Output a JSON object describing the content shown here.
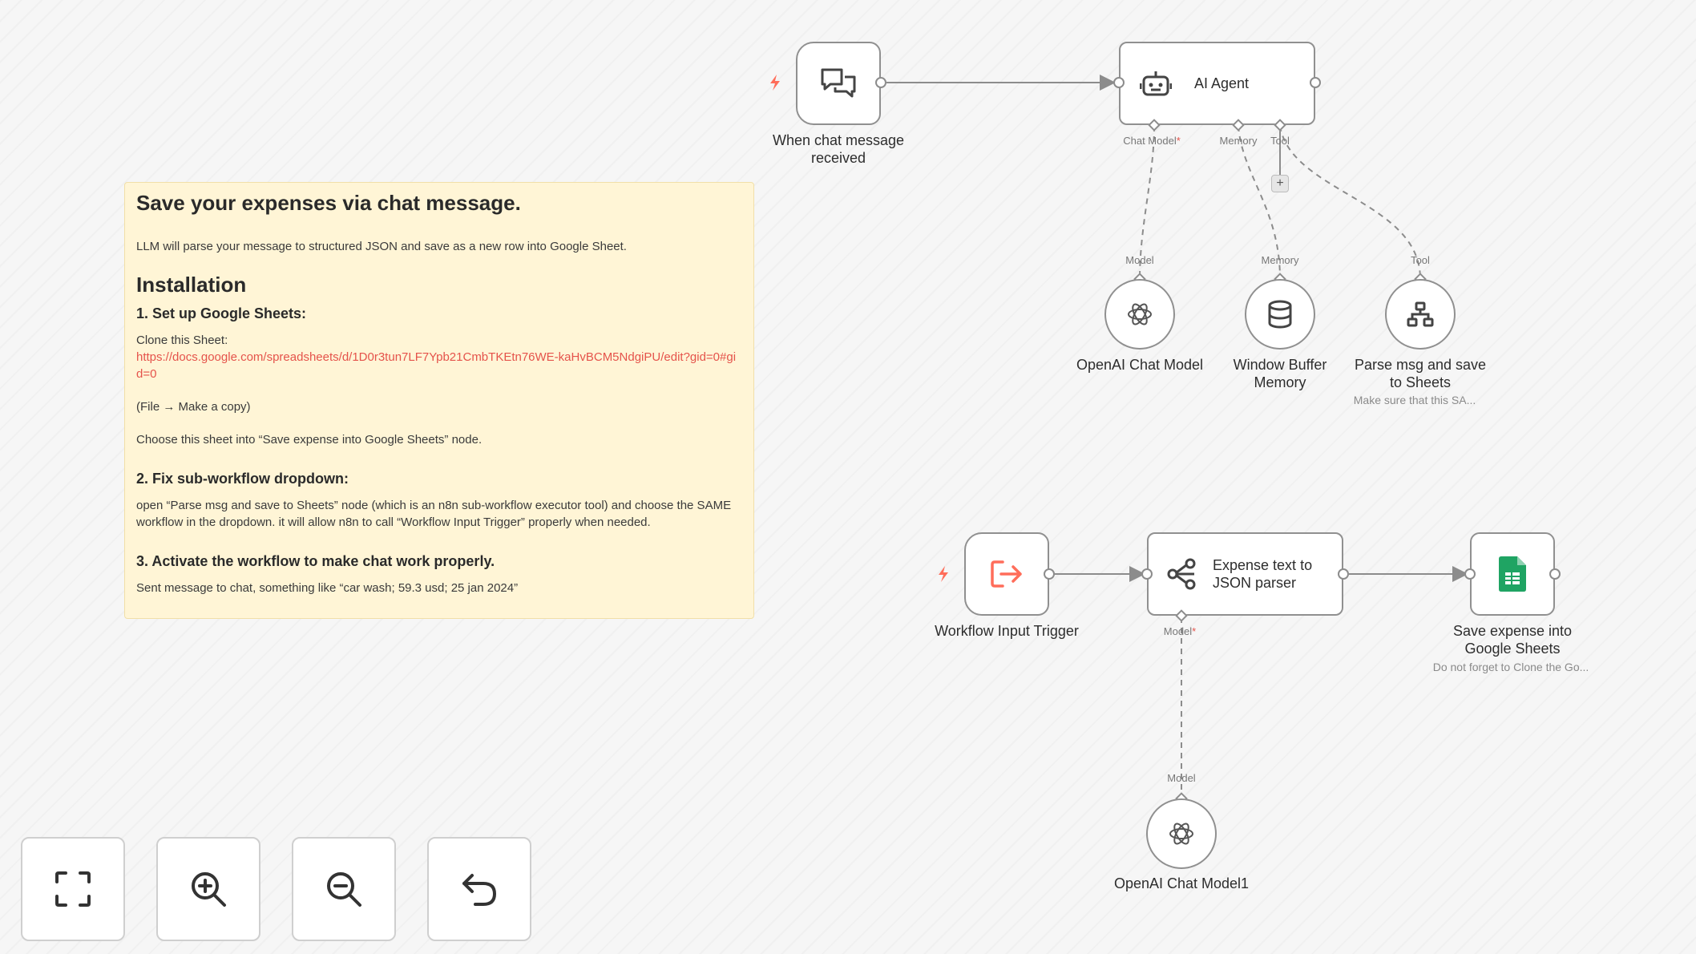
{
  "sticky": {
    "title": "Save your expenses via chat message.",
    "intro": "LLM will parse your message to structured JSON and save as a new row into Google Sheet.",
    "installation_heading": "Installation",
    "step1_heading": "1. Set up Google Sheets:",
    "clone_text": "Clone this Sheet:",
    "sheet_link": "https://docs.google.com/spreadsheets/d/1D0r3tun7LF7Ypb21CmbTKEtn76WE-kaHvBCM5NdgiPU/edit?gid=0#gid=0",
    "make_copy": "(File → Make a copy)",
    "choose_sheet": "Choose this sheet into “Save expense into Google Sheets” node.",
    "step2_heading": "2. Fix sub-workflow dropdown:",
    "step2_text": "open “Parse msg and save to Sheets” node (which is an n8n sub-workflow executor tool) and choose the SAME workflow in the dropdown. it will allow n8n to call “Workflow Input Trigger” properly when needed.",
    "step3_heading": "3. Activate the workflow to make chat work properly.",
    "step3_text": "Sent message to chat, something like “car wash; 59.3 usd; 25 jan 2024”"
  },
  "nodes": {
    "chat_trigger": {
      "title_line1": "When chat message",
      "title_line2": "received",
      "icon": "chat-icon"
    },
    "ai_agent": {
      "title": "AI Agent",
      "icon": "robot-icon"
    },
    "openai_model": {
      "title": "OpenAI Chat Model",
      "icon": "openai-icon"
    },
    "buffer_memory": {
      "title_line1": "Window Buffer",
      "title_line2": "Memory",
      "icon": "database-icon"
    },
    "parse_tool": {
      "title_line1": "Parse msg and save",
      "title_line2": "to Sheets",
      "subtitle": "Make sure that this SA...",
      "icon": "sitemap-icon"
    },
    "input_trigger": {
      "title": "Workflow Input Trigger",
      "icon": "sign-out-icon"
    },
    "json_parser": {
      "title_line1": "Expense text to",
      "title_line2": "JSON parser",
      "icon": "share-nodes-icon"
    },
    "sheets": {
      "title_line1": "Save expense into",
      "title_line2": "Google Sheets",
      "subtitle": "Do not forget to Clone the Go...",
      "icon": "google-sheets-icon"
    },
    "openai_model1": {
      "title": "OpenAI Chat Model1",
      "icon": "openai-icon"
    }
  },
  "ports": {
    "chat_model": "Chat Model",
    "memory": "Memory",
    "tool": "Tool",
    "model": "Model",
    "required_mark": "*",
    "plus": "+"
  },
  "controls": [
    {
      "name": "fit-view",
      "icon": "fullscreen-icon"
    },
    {
      "name": "zoom-in",
      "icon": "zoom-in-icon"
    },
    {
      "name": "zoom-out",
      "icon": "zoom-out-icon"
    },
    {
      "name": "undo",
      "icon": "undo-icon"
    }
  ],
  "colors": {
    "trigger_accent": "#ff6d5a",
    "sheets_green": "#1fa463",
    "sticky_bg": "#fff5d6",
    "link": "#e5534b"
  }
}
